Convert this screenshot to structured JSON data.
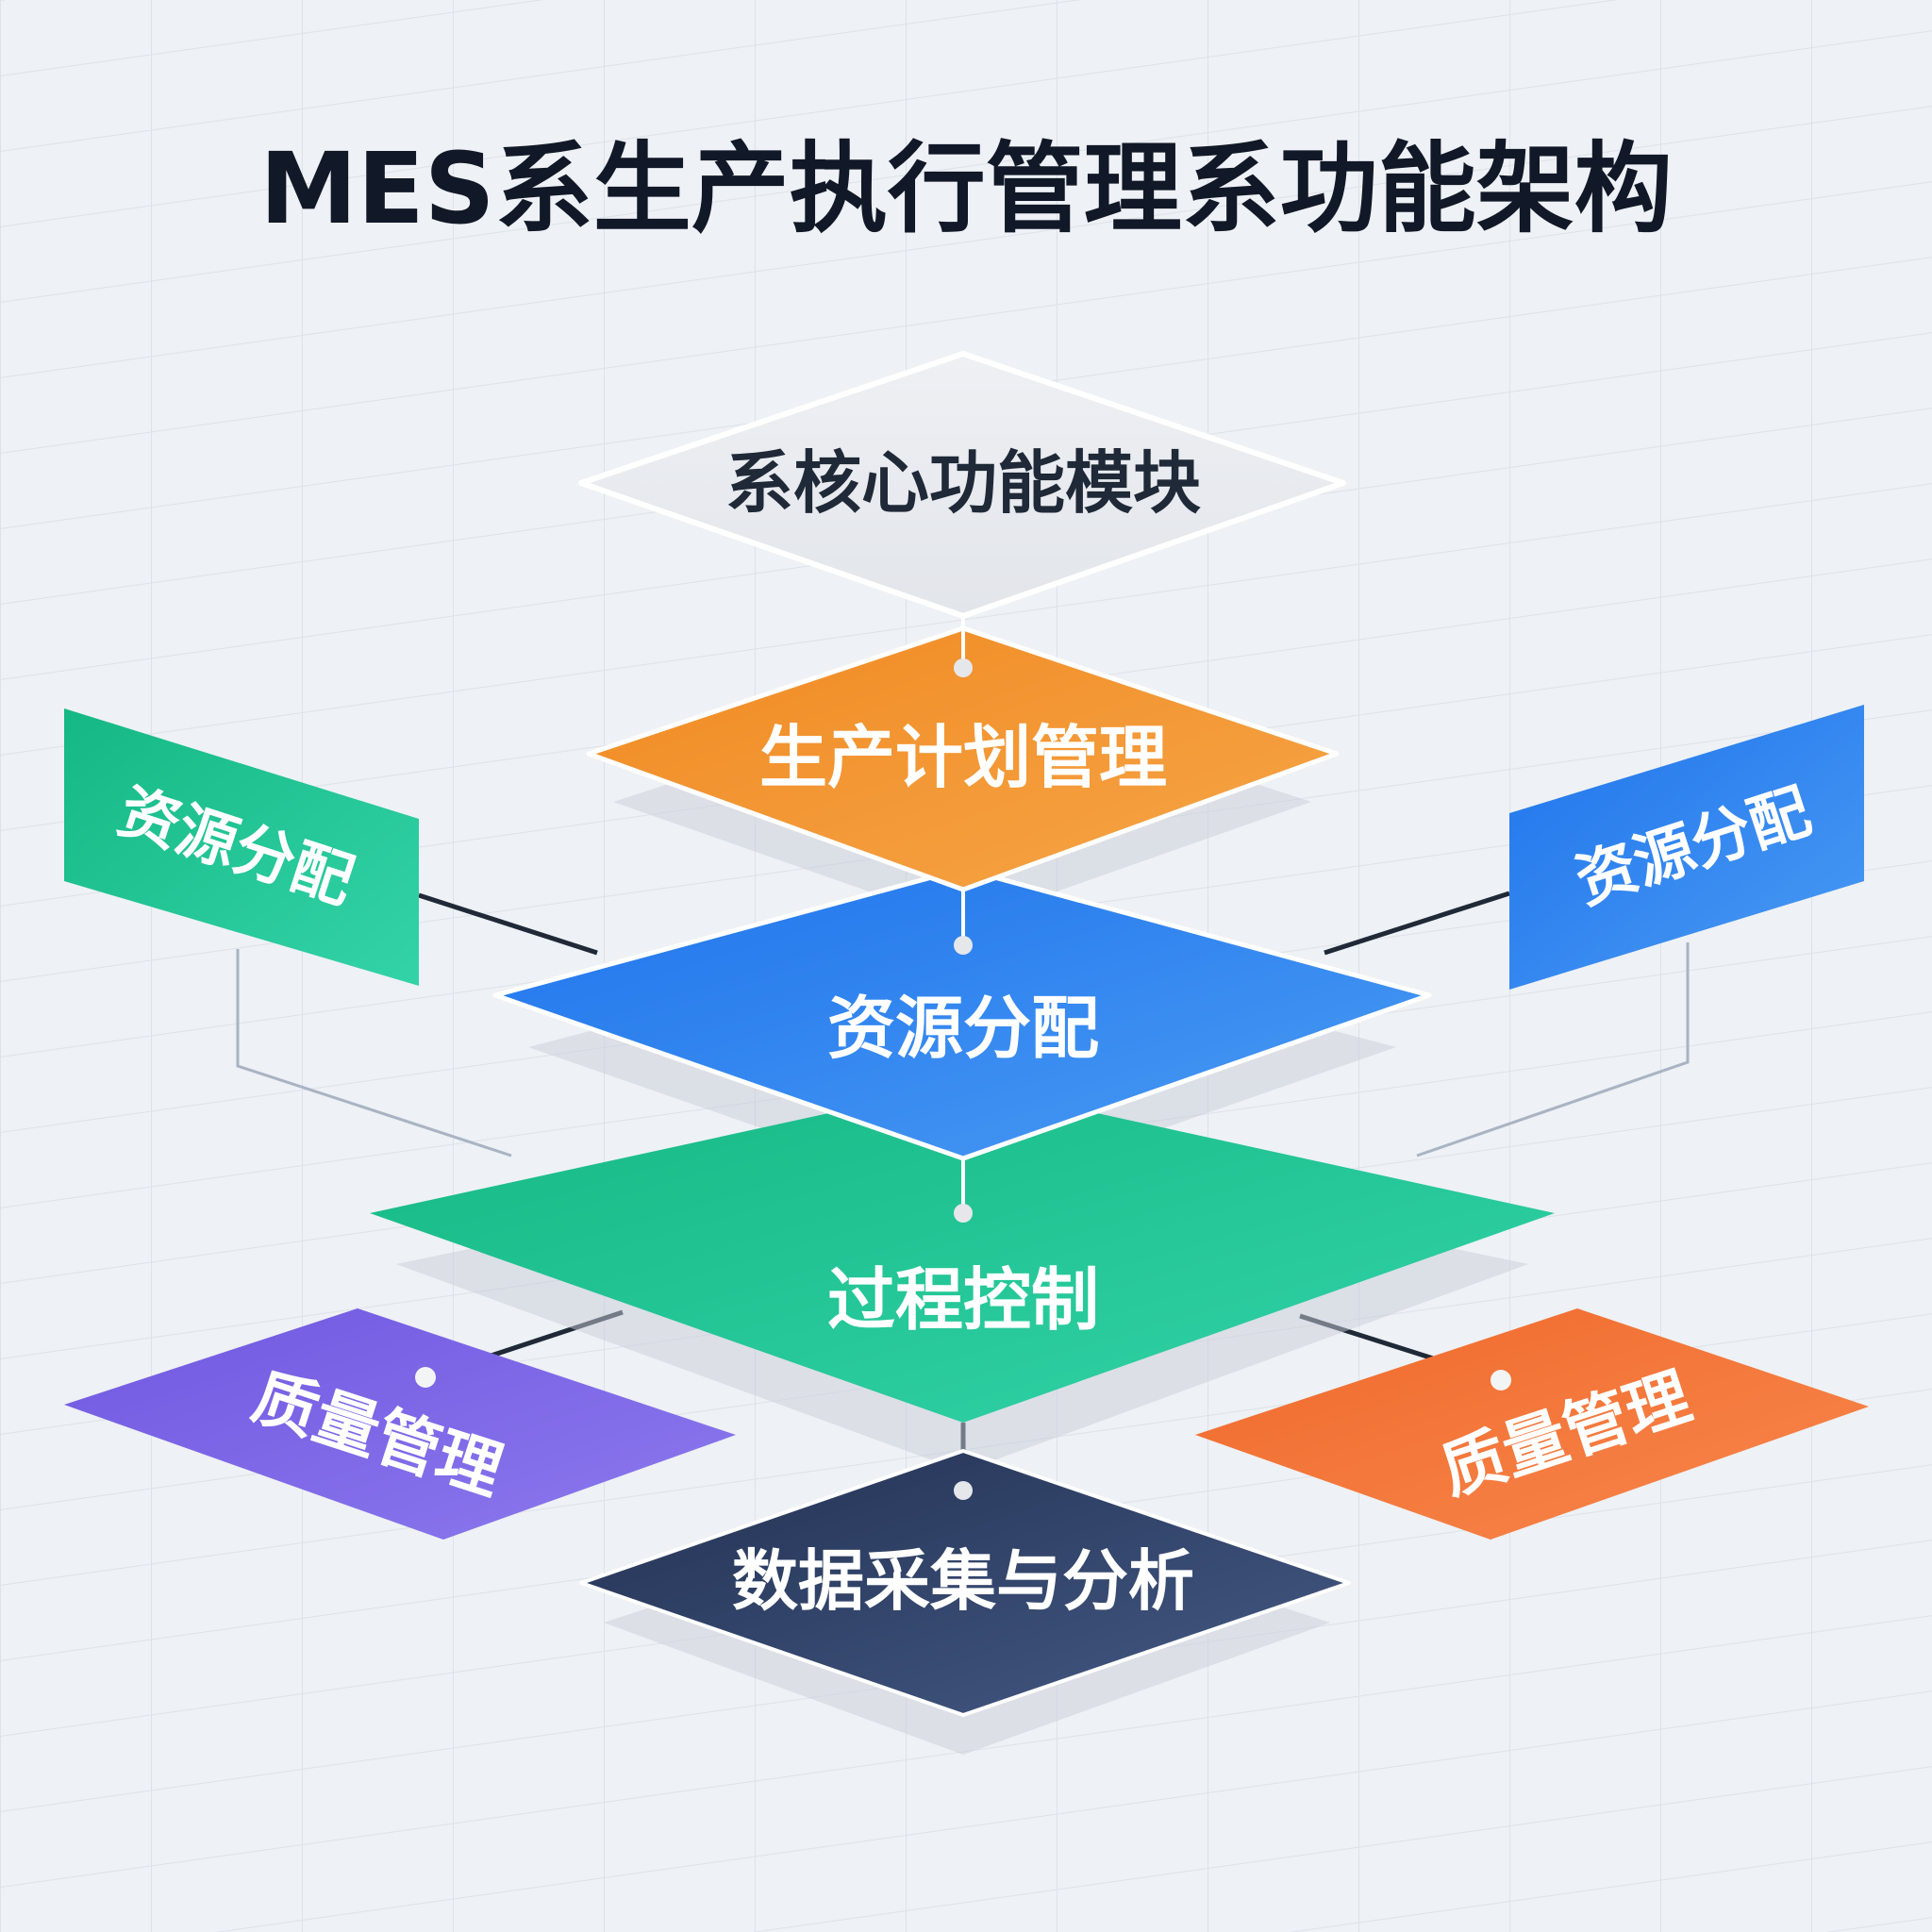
{
  "title": "MES系生产执行管理系功能架构",
  "colors": {
    "orange": "#f39433",
    "blue": "#2f83ef",
    "green": "#22c493",
    "navy": "#2f4269",
    "purple": "#7f6ae6",
    "orange_red": "#f4773a",
    "title": "#111827"
  },
  "modules": {
    "core": "系核心功能模块",
    "plan": "生产计划管理",
    "resource_center": "资源分配",
    "process": "过程控制",
    "data": "数据采集与分析",
    "resource_left": "资源分配",
    "resource_right": "资源分配",
    "quality_left": "质量管理",
    "quality_right": "质量管理"
  }
}
